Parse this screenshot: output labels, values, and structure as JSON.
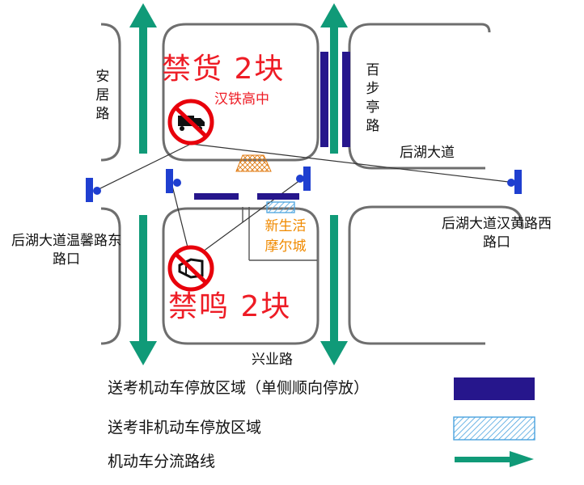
{
  "streets": {
    "anju": "安居路",
    "baibuting": "百步亭路",
    "houhu": "后湖大道",
    "xingye": "兴业路"
  },
  "intersections": {
    "west": "后湖大道温馨路东路口",
    "east": "后湖大道汉黄路西路口"
  },
  "blocks": {
    "north": {
      "notice": "禁货 2块",
      "school": "汉铁高中",
      "sign": "no-trucks-sign-icon"
    },
    "south": {
      "notice": "禁鸣 2块",
      "mall": "新生活摩尔城",
      "sign": "no-horn-sign-icon"
    }
  },
  "legend": {
    "motor_parking": "送考机动车停放区域（单侧顺向停放）",
    "nonmotor_parking": "送考非机动车停放区域",
    "diversion_route": "机动车分流路线"
  },
  "colors": {
    "road": "#6e6e6e",
    "parking_navy": "#26168c",
    "nonmotor_blue": "#4aa3df",
    "arrow_green": "#109a78",
    "police_blue": "#1f3fd0",
    "sign_red": "#e8000b",
    "crosswalk_orange": "#f2a23d"
  }
}
